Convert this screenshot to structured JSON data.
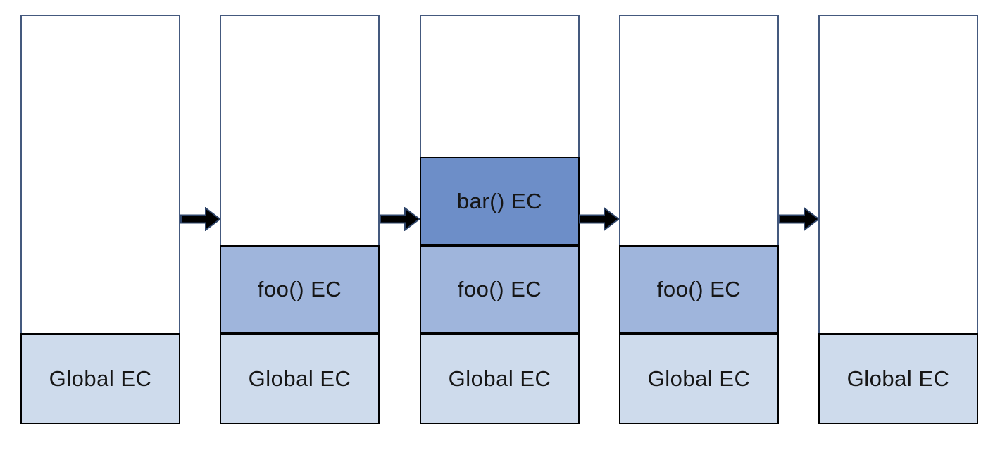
{
  "diagram": {
    "description": "Execution context stack progression",
    "labels": {
      "global": "Global EC",
      "foo": "foo() EC",
      "bar": "bar() EC"
    },
    "colors": {
      "stack_border": "#44597E",
      "frame_border": "#000000",
      "global_fill": "#CEDBEC",
      "foo_fill": "#9FB5DC",
      "bar_fill": "#6D8EC8",
      "arrow_fill": "#000000",
      "arrow_outline": "#2E4469"
    },
    "stacks": [
      {
        "name": "stack-1",
        "frames": [
          {
            "type": "global",
            "label": "Global EC"
          }
        ]
      },
      {
        "name": "stack-2",
        "frames": [
          {
            "type": "foo",
            "label": "foo() EC"
          },
          {
            "type": "global",
            "label": "Global EC"
          }
        ]
      },
      {
        "name": "stack-3",
        "frames": [
          {
            "type": "bar",
            "label": "bar() EC"
          },
          {
            "type": "foo",
            "label": "foo() EC"
          },
          {
            "type": "global",
            "label": "Global EC"
          }
        ]
      },
      {
        "name": "stack-4",
        "frames": [
          {
            "type": "foo",
            "label": "foo() EC"
          },
          {
            "type": "global",
            "label": "Global EC"
          }
        ]
      },
      {
        "name": "stack-5",
        "frames": [
          {
            "type": "global",
            "label": "Global EC"
          }
        ]
      }
    ],
    "arrow_count": 4
  }
}
